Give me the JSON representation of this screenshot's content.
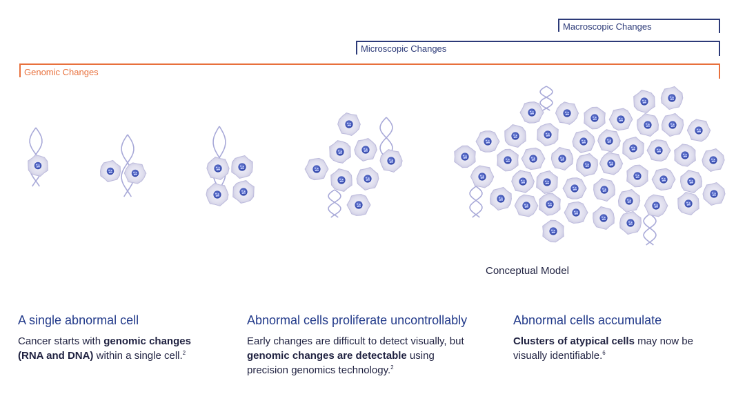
{
  "brackets": {
    "macroscopic": "Macroscopic Changes",
    "microscopic": "Microscopic Changes",
    "genomic": "Genomic Changes"
  },
  "colors": {
    "navy": "#2c3a78",
    "orange": "#e8703c",
    "heading": "#223a8a",
    "cell_fill": "#d9d8ee",
    "nucleus": "#3a4fb0"
  },
  "model_label": "Conceptual Model",
  "stages": [
    {
      "title": "A single abnormal cell",
      "body": [
        {
          "t": "Cancer starts with ",
          "b": false
        },
        {
          "t": "genomic changes (RNA and DNA)",
          "b": true
        },
        {
          "t": " within a single cell.",
          "b": false
        },
        {
          "t": "2",
          "sup": true
        }
      ]
    },
    {
      "title": "Abnormal cells proliferate uncontrollably",
      "body": [
        {
          "t": "Early changes are difficult to detect visually, but ",
          "b": false
        },
        {
          "t": "genomic changes are detectable",
          "b": true
        },
        {
          "t": " using precision genomics technology.",
          "b": false
        },
        {
          "t": "2",
          "sup": true
        }
      ]
    },
    {
      "title": "Abnormal cells accumulate",
      "body": [
        {
          "t": "Clusters of atypical cells",
          "b": true
        },
        {
          "t": " may now be visually identifiable.",
          "b": false
        },
        {
          "t": "6",
          "sup": true
        }
      ]
    }
  ]
}
